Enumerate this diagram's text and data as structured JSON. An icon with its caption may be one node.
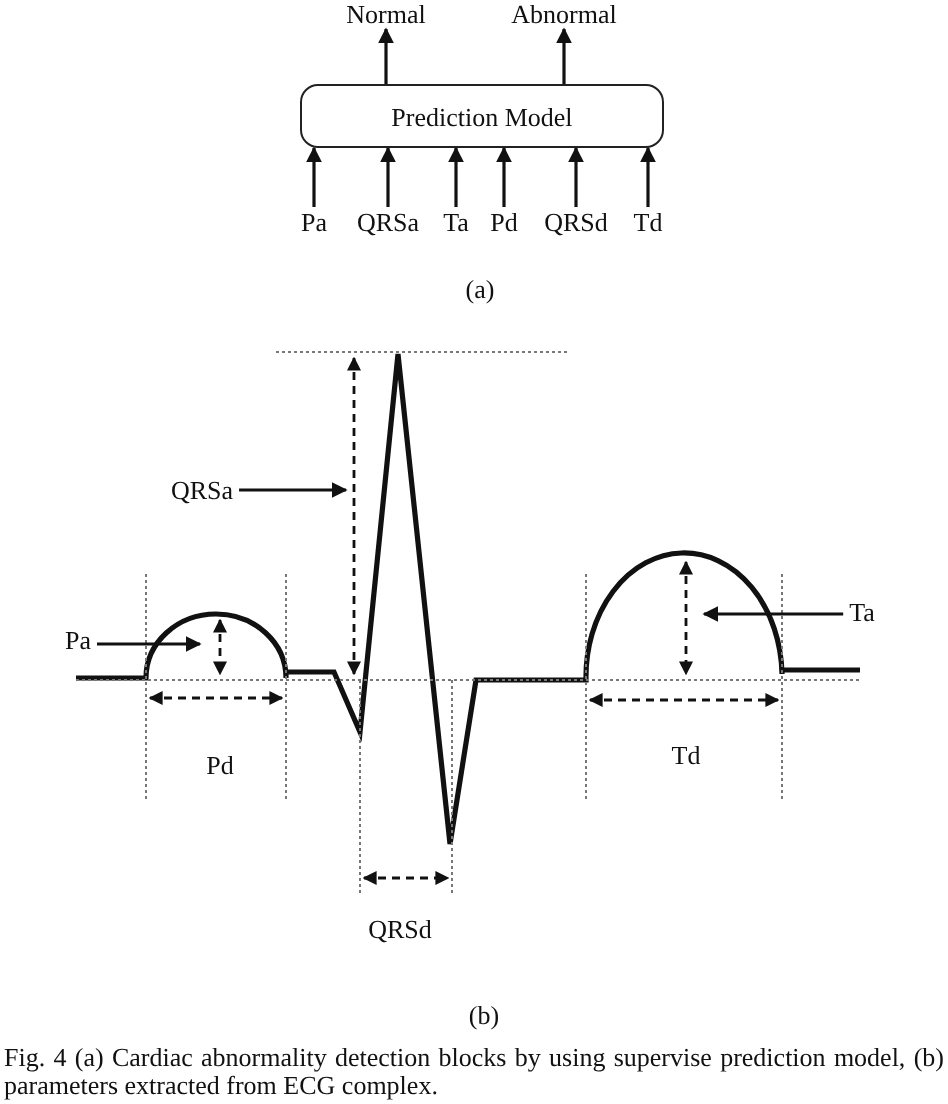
{
  "diagram": {
    "caption": "Fig. 4 (a) Cardiac abnormality detection blocks by using supervise prediction model, (b) parameters extracted from ECG complex.",
    "nodes": [
      {
        "text": [
          "Normal"
        ]
      },
      {
        "text": [
          "Abnormal"
        ]
      },
      {
        "text": [
          "Prediction Model"
        ]
      },
      {
        "text": [
          "Pa"
        ]
      },
      {
        "text": [
          "QRSa"
        ]
      },
      {
        "text": [
          "Ta"
        ]
      },
      {
        "text": [
          "Pd"
        ]
      },
      {
        "text": [
          "QRSd"
        ]
      },
      {
        "text": [
          "Td"
        ]
      },
      {
        "text": [
          "QRSa"
        ]
      },
      {
        "text": [
          "Pa"
        ]
      },
      {
        "text": [
          "Ta"
        ]
      }
    ],
    "edges": [
      {
        "from": 2,
        "to": 0,
        "arrow": "to"
      },
      {
        "from": 2,
        "to": 1,
        "arrow": "to"
      },
      {
        "from": 3,
        "to": 2,
        "arrow": "to"
      },
      {
        "from": 4,
        "to": 2,
        "arrow": "to"
      },
      {
        "from": 5,
        "to": 2,
        "arrow": "to"
      },
      {
        "from": 6,
        "to": 2,
        "arrow": "to"
      },
      {
        "from": 7,
        "to": 2,
        "arrow": "to"
      },
      {
        "from": 8,
        "to": 2,
        "arrow": "to"
      },
      {
        "from": 9,
        "to": null,
        "arrow": "to"
      },
      {
        "from": 10,
        "to": null,
        "arrow": "to"
      },
      {
        "from": 11,
        "to": null,
        "arrow": "to"
      }
    ],
    "labels": [
      "(a)",
      "Pd",
      "Td",
      "QRSd",
      "(b)"
    ]
  }
}
